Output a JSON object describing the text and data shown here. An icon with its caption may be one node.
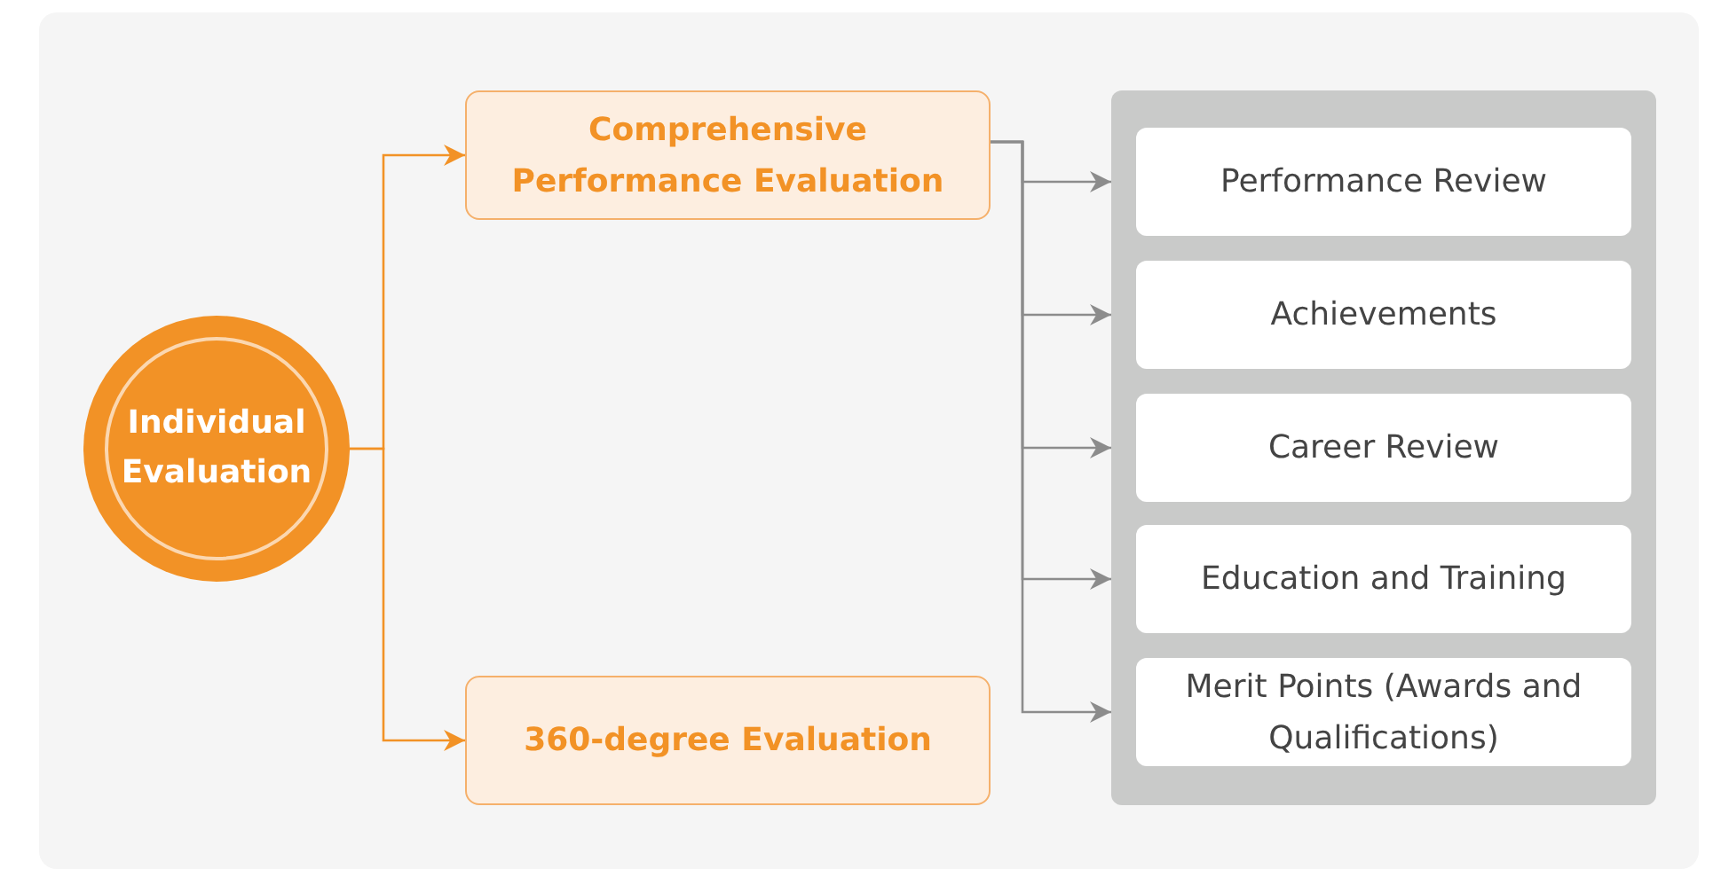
{
  "diagram": {
    "nodes": [
      {
        "text": [
          "Individual Evaluation"
        ]
      },
      {
        "text": [
          "Comprehensive Performance Evaluation"
        ]
      },
      {
        "text": [
          "360-degree Evaluation"
        ]
      },
      {
        "text": [],
        "shape": "box"
      },
      {
        "text": [
          "Performance Review"
        ],
        "in": 3
      },
      {
        "text": [
          "Achievements"
        ],
        "in": 3
      },
      {
        "text": [
          "Career Review"
        ],
        "in": 3
      },
      {
        "text": [
          "Education and Training"
        ],
        "in": 3
      },
      {
        "text": [
          "Merit Points (Awards and Qualifications)"
        ],
        "in": 3
      }
    ],
    "edges": [
      {
        "from": 0,
        "to": 1,
        "arrow": "to",
        "color": "#f29226"
      },
      {
        "from": 0,
        "to": 2,
        "arrow": "to",
        "color": "#f29226"
      },
      {
        "from": 1,
        "to": 4,
        "arrow": "to"
      },
      {
        "from": 1,
        "to": 5,
        "arrow": "to"
      },
      {
        "from": 1,
        "to": 6,
        "arrow": "to"
      },
      {
        "from": 1,
        "to": 7,
        "arrow": "to"
      },
      {
        "from": 1,
        "to": 8,
        "arrow": "to"
      }
    ]
  }
}
